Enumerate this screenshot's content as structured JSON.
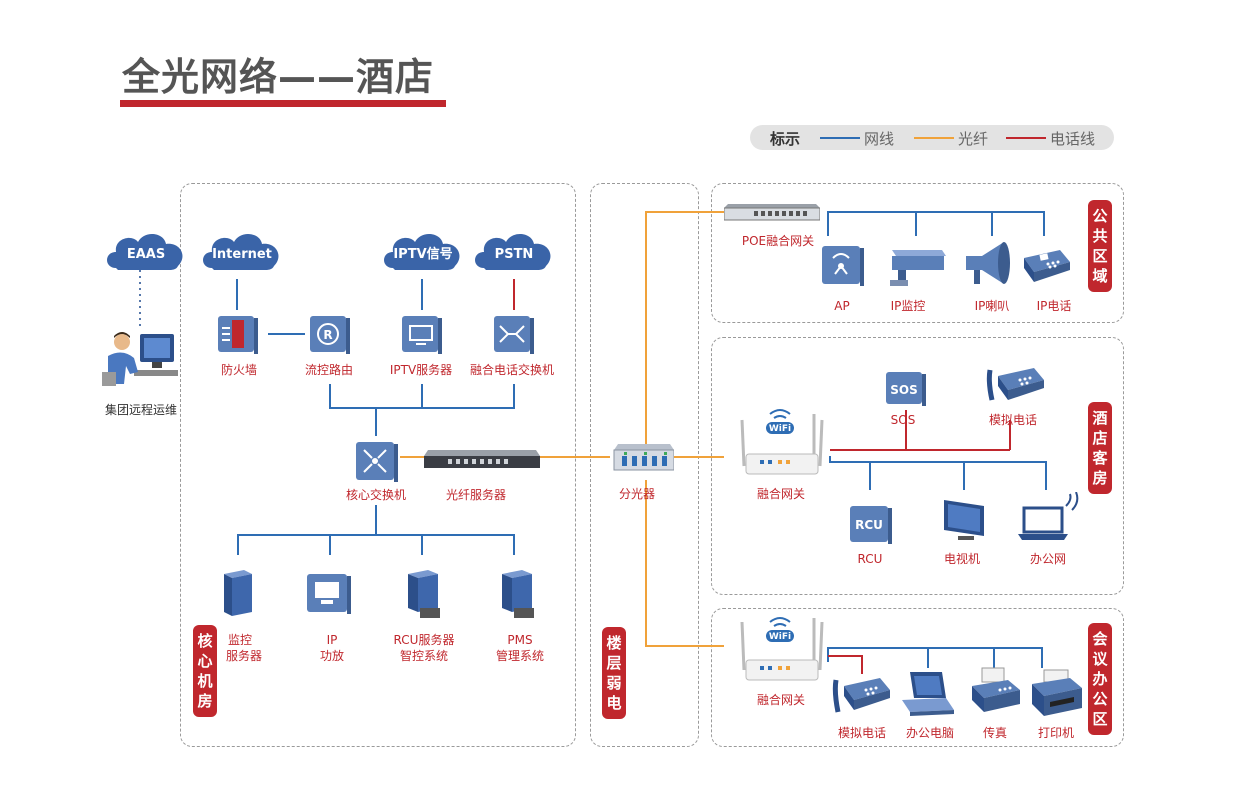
{
  "title": "全光网络——酒店",
  "legend": {
    "heading": "标示",
    "items": [
      {
        "label": "网线",
        "color": "#2e6db4"
      },
      {
        "label": "光纤",
        "color": "#f0a23a"
      },
      {
        "label": "电话线",
        "color": "#c0272d"
      }
    ]
  },
  "zones": {
    "core": "核心机房",
    "floor": "楼层弱电",
    "public": "公共区域",
    "guest": "酒店客房",
    "meeting": "会议办公区"
  },
  "clouds": {
    "eaas": "EAAS",
    "internet": "Internet",
    "iptv": "IPTV信号",
    "pstn": "PSTN"
  },
  "nodes": {
    "remote": "集团远程运维",
    "firewall": "防火墙",
    "router": "流控路由",
    "iptv_server": "IPTV服务器",
    "pbx": "融合电话交换机",
    "core_switch": "核心交换机",
    "fiber_server": "光纤服务器",
    "monitor_server_1": "监控",
    "monitor_server_2": "服务器",
    "ip_amp_1": "IP",
    "ip_amp_2": "功放",
    "rcu_server_1": "RCU服务器",
    "rcu_server_2": "智控系统",
    "pms_1": "PMS",
    "pms_2": "管理系统",
    "splitter": "分光器",
    "poe_gateway": "POE融合网关",
    "ap": "AP",
    "ip_camera": "IP监控",
    "ip_speaker": "IP喇叭",
    "ip_phone": "IP电话",
    "sos": "SOS",
    "analog_phone": "模拟电话",
    "room_gateway": "融合网关",
    "rcu": "RCU",
    "tv": "电视机",
    "office_net": "办公网",
    "meeting_gateway": "融合网关",
    "meeting_phone": "模拟电话",
    "office_pc": "办公电脑",
    "fax": "传真",
    "printer": "打印机"
  },
  "icon_text": {
    "wifi": "WiFi",
    "sos": "SOS",
    "rcu": "RCU"
  },
  "colors": {
    "network": "#2e6db4",
    "fiber": "#f0a23a",
    "phone": "#c0272d",
    "accent": "#c0272d"
  }
}
